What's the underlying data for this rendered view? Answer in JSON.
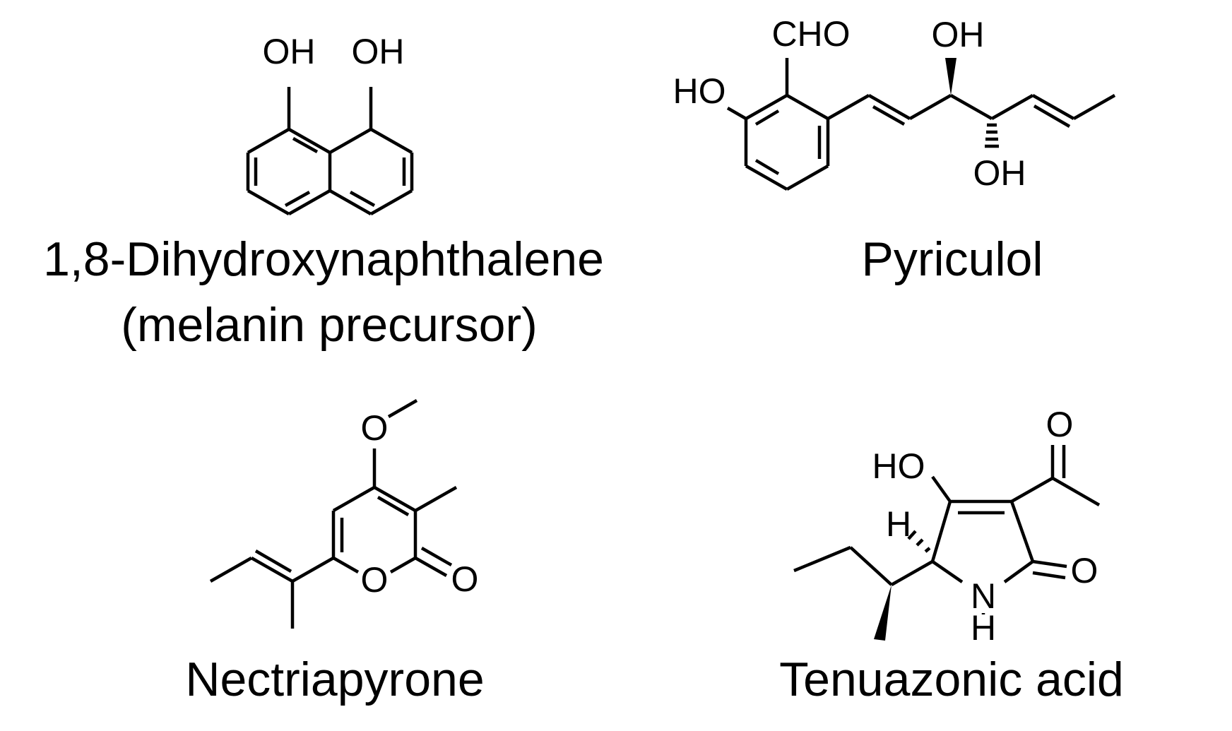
{
  "compounds": [
    {
      "name_line1": "1,8-Dihydroxynaphthalene",
      "name_line2": "(melanin precursor)",
      "atoms": {
        "oh_left": "OH",
        "oh_right": "OH"
      }
    },
    {
      "name_line1": "Pyriculol",
      "atoms": {
        "cho": "CHO",
        "ho": "HO",
        "oh_top": "OH",
        "oh_bottom": "OH"
      }
    },
    {
      "name_line1": "Nectriapyrone",
      "atoms": {
        "o_methoxy": "O",
        "o_ring": "O",
        "o_carbonyl": "O"
      }
    },
    {
      "name_line1": "Tenuazonic acid",
      "atoms": {
        "o_acetyl": "O",
        "ho": "HO",
        "h_stereo": "H",
        "o_lactam": "O",
        "n": "N",
        "h_n": "H"
      }
    }
  ]
}
